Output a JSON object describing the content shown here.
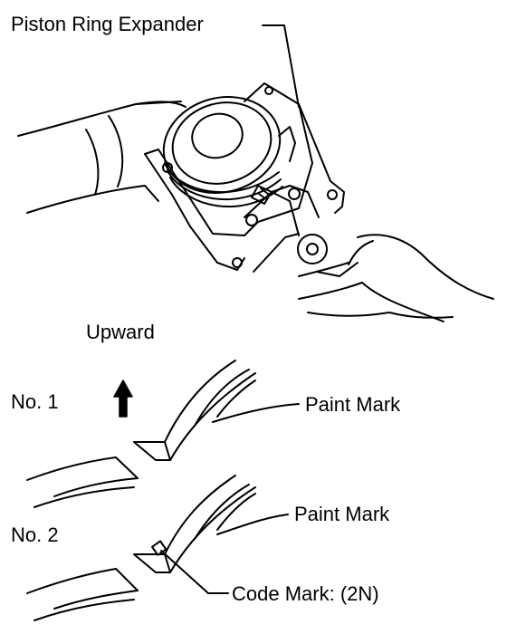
{
  "labels": {
    "tool": "Piston Ring Expander",
    "direction": "Upward",
    "ring1": "No. 1",
    "ring2": "No. 2",
    "paint_mark_1": "Paint Mark",
    "paint_mark_2": "Paint Mark",
    "code_mark": "Code Mark: (2N)"
  },
  "icons": {
    "direction_arrow": "up-arrow-icon"
  },
  "colors": {
    "line": "#000000",
    "background": "#ffffff"
  }
}
